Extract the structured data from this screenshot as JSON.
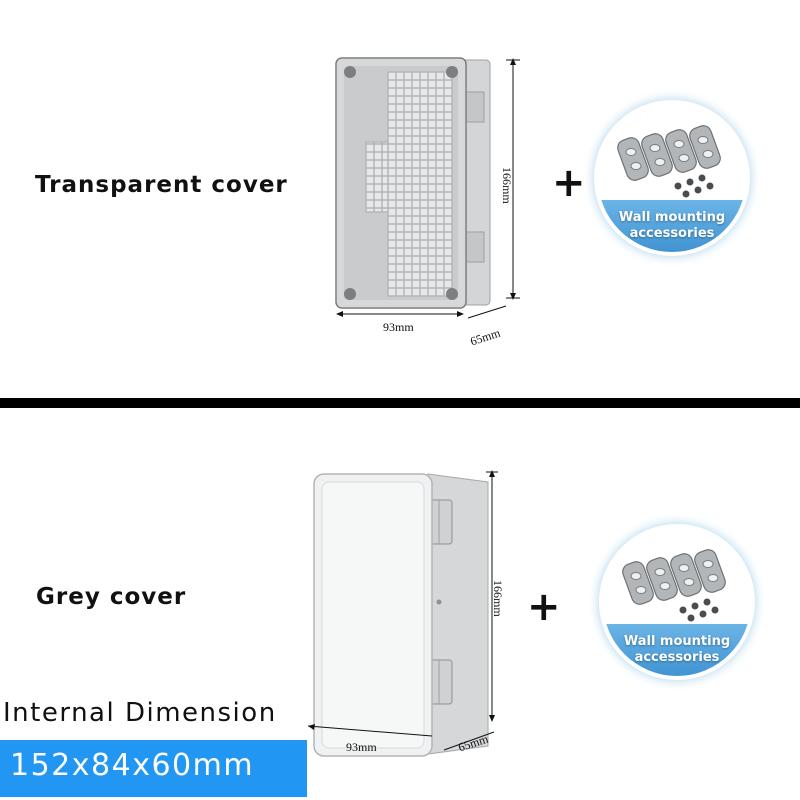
{
  "top_section": {
    "cover_label": "Transparent cover",
    "dimension_height": "166mm",
    "dimension_width": "93mm",
    "dimension_depth": "65mm",
    "plus_sign": "+",
    "accessories_label_line1": "Wall mounting",
    "accessories_label_line2": "accessories"
  },
  "bottom_section": {
    "cover_label": "Grey cover",
    "dimension_height": "166mm",
    "dimension_width": "93mm",
    "dimension_depth": "65mm",
    "plus_sign": "+",
    "accessories_label_line1": "Wall mounting",
    "accessories_label_line2": "accessories"
  },
  "internal_dimension": {
    "title": "Internal Dimension",
    "value": "152x84x60mm"
  },
  "colors": {
    "internal_box_blue": "#2196f3",
    "accessory_band_blue": "#4a9fdc",
    "divider": "#000000"
  },
  "icons": {
    "transparent_box": "transparent-enclosure-box-icon",
    "grey_box": "grey-enclosure-box-icon",
    "mounting_brackets": "wall-mount-brackets-icon"
  }
}
